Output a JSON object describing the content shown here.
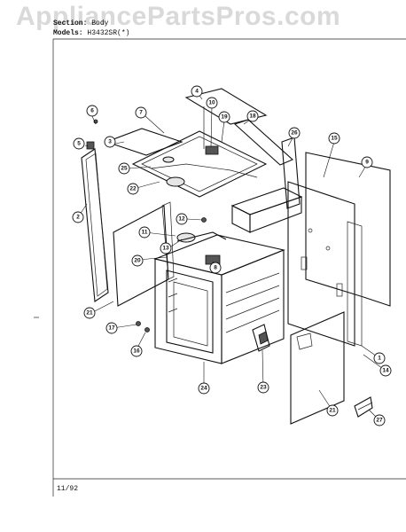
{
  "watermark": "AppliancePartsPros.com",
  "header": {
    "section_key": "Section:",
    "section_value": "Body",
    "models_key": "Models:",
    "models_value": "H3432SR(*)"
  },
  "footer_date": "11/92",
  "callouts": [
    "1",
    "2",
    "3",
    "4",
    "5",
    "6",
    "7",
    "8",
    "9",
    "10",
    "11",
    "12",
    "13",
    "14",
    "15",
    "16",
    "17",
    "18",
    "19",
    "20",
    "21",
    "21",
    "22",
    "23",
    "24",
    "25",
    "26",
    "27"
  ]
}
